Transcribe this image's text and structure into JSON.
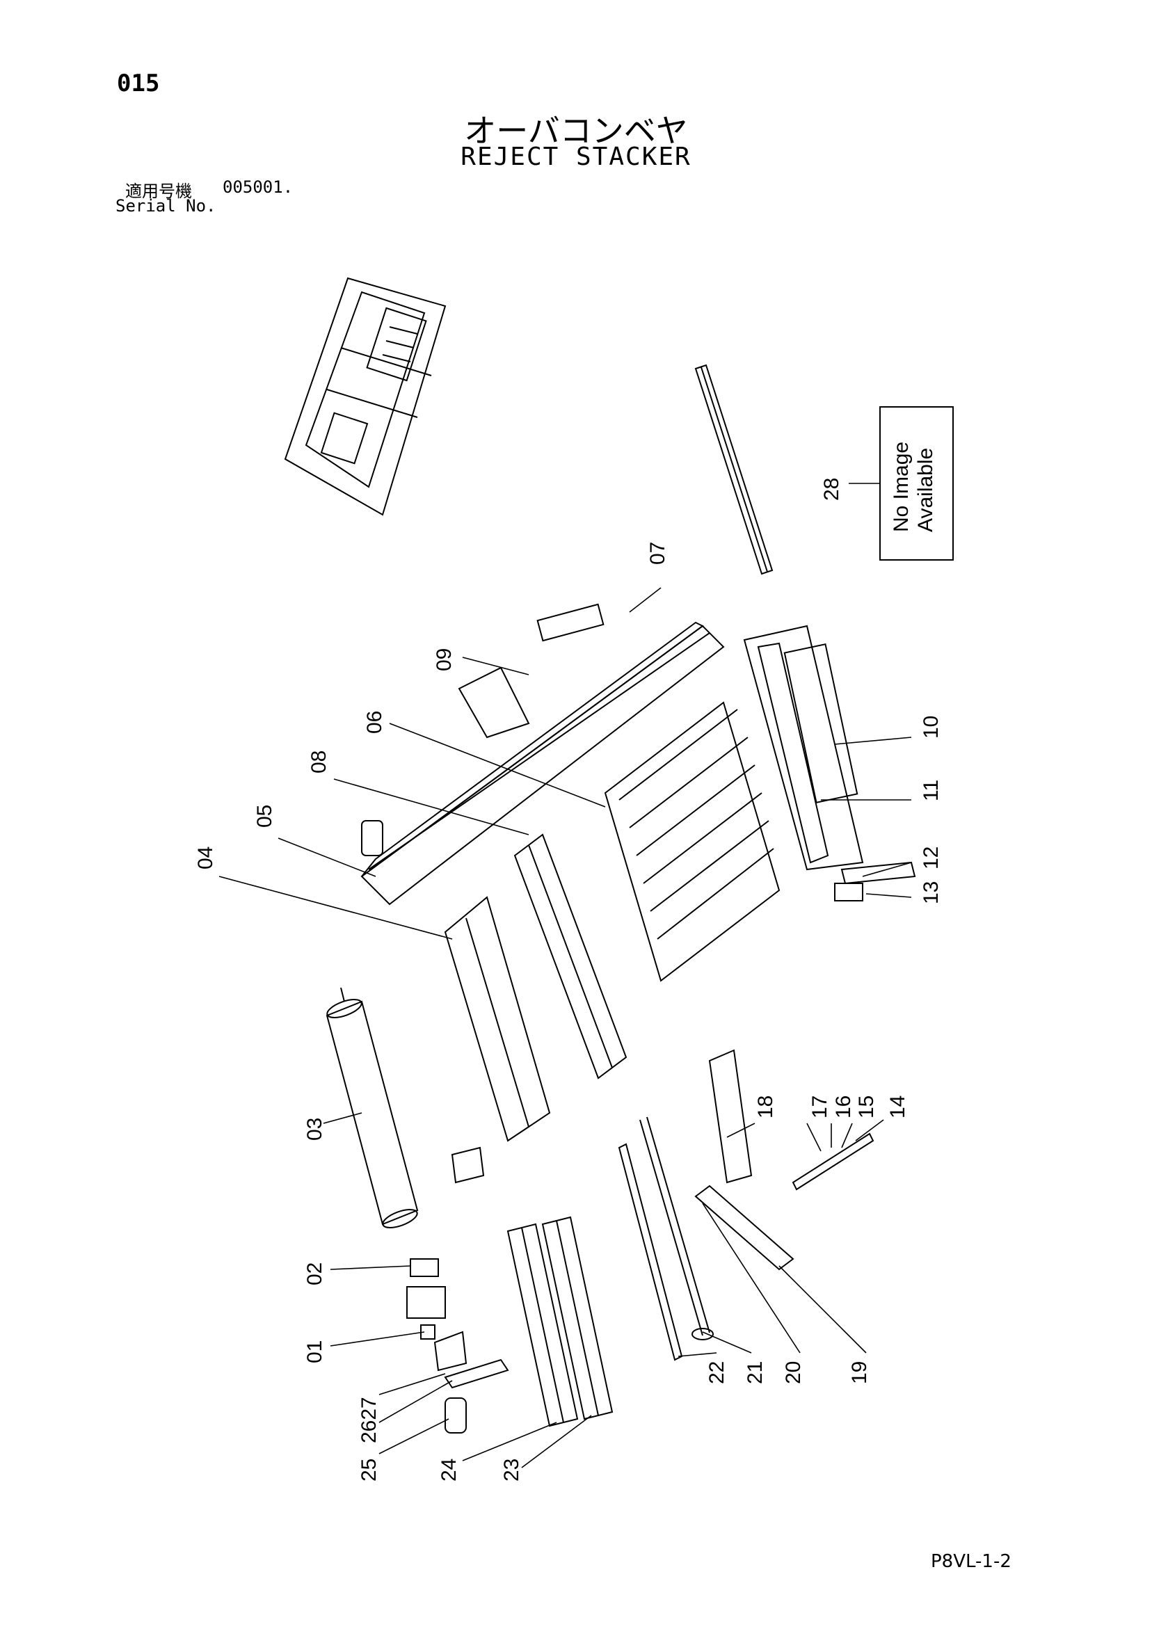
{
  "header": {
    "page_number": "015",
    "title_jp": "オーバコンベヤ",
    "title_en": "REJECT STACKER",
    "serial_label_jp": "適用号機",
    "serial_value": "005001.",
    "serial_label_en": "Serial No."
  },
  "placeholder": {
    "line1": "No Image",
    "line2": "Available"
  },
  "callouts": {
    "c01": "01",
    "c02": "02",
    "c03": "03",
    "c04": "04",
    "c05": "05",
    "c06": "06",
    "c07": "07",
    "c08": "08",
    "c09": "09",
    "c10": "10",
    "c11": "11",
    "c12": "12",
    "c13": "13",
    "c14": "14",
    "c15": "15",
    "c16": "16",
    "c17": "17",
    "c18": "18",
    "c19": "19",
    "c20": "20",
    "c21": "21",
    "c22": "22",
    "c23": "23",
    "c24": "24",
    "c25": "25",
    "c2627": "2627",
    "c28": "28"
  },
  "footer": {
    "code": "P8VL-1-2"
  }
}
